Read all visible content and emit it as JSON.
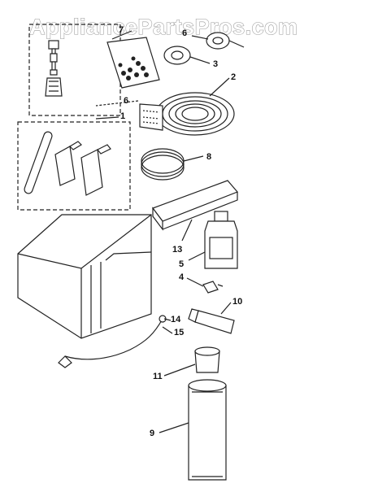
{
  "watermark": "AppliancePartsPros.com",
  "callouts": {
    "c1": "1",
    "c2": "2",
    "c3": "3",
    "c4": "4",
    "c5": "5",
    "c6": "6",
    "c7": "7",
    "c8": "8",
    "c9": "9",
    "c10": "10",
    "c11": "11",
    "c13": "13",
    "c14": "14",
    "c15": "15"
  }
}
